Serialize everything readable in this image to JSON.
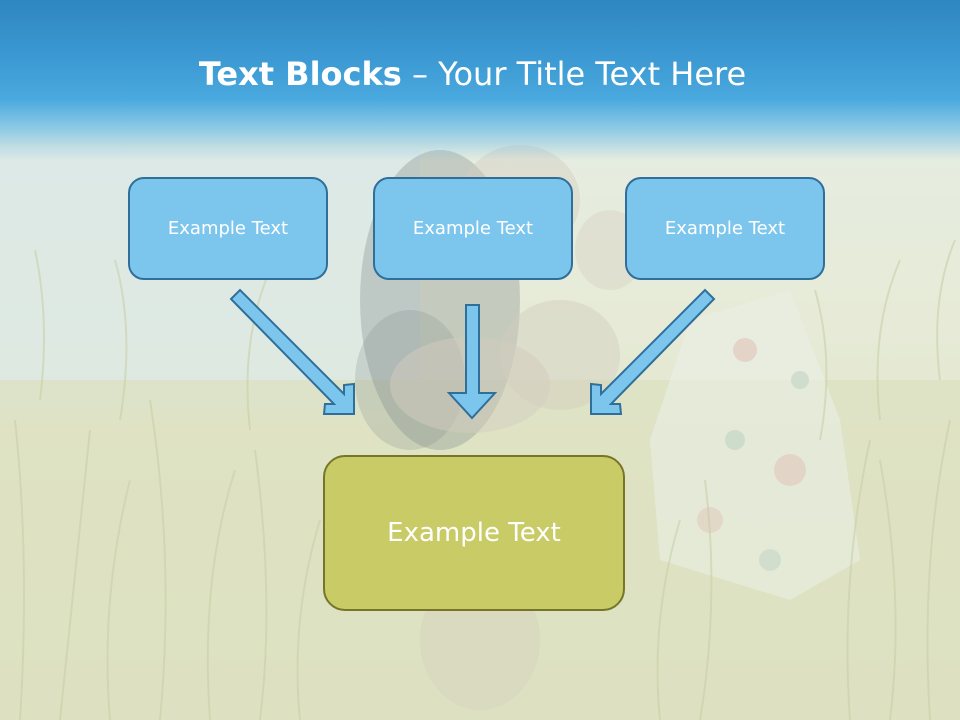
{
  "title": {
    "strong": "Text Blocks",
    "rest": " – Your Title Text Here"
  },
  "blocks": {
    "left": "Example Text",
    "center": "Example Text",
    "right": "Example Text",
    "bottom": "Example Text"
  },
  "colors": {
    "title_band": "#3b98d2",
    "top_block_fill": "#7cc6ee",
    "top_block_border": "#2f6f9a",
    "bottom_block_fill": "#c8cb66",
    "bottom_block_border": "#77752a",
    "arrow_fill": "#7cc6ee",
    "arrow_stroke": "#2f6f9a"
  },
  "background_image": "woman sitting in tall meadow grass"
}
